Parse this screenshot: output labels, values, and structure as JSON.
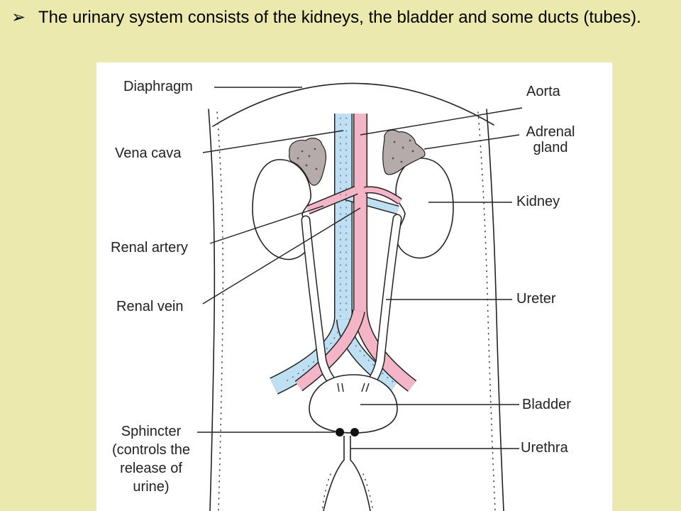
{
  "slide": {
    "bullet_glyph": "➢",
    "bullet_text": "The urinary system consists of the kidneys, the bladder and some ducts (tubes)."
  },
  "diagram": {
    "labels": {
      "diaphragm": "Diaphragm",
      "aorta": "Aorta",
      "vena_cava": "Vena cava",
      "adrenal_gland": "Adrenal gland",
      "kidney": "Kidney",
      "renal_artery": "Renal artery",
      "renal_vein": "Renal vein",
      "ureter": "Ureter",
      "bladder": "Bladder",
      "sphincter": "Sphincter (controls the release of urine)",
      "urethra": "Urethra"
    },
    "colors": {
      "background": "#EBE9AE",
      "vein": "#BFE0F2",
      "artery": "#F4B6C6",
      "adrenal": "#B5ABAB",
      "outline": "#222222"
    }
  }
}
